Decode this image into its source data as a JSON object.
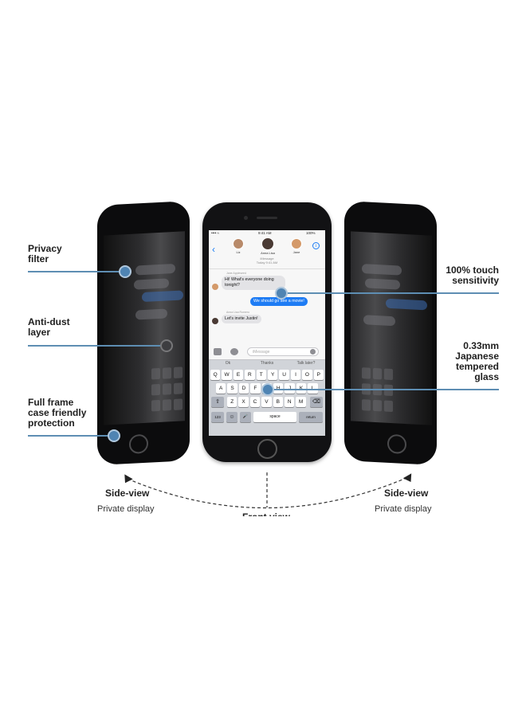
{
  "callouts": {
    "privacy_filter": "Privacy\nfilter",
    "anti_dust": "Anti-dust\nlayer",
    "full_frame": "Full frame\ncase friendly\nprotection",
    "touch": "100% touch\nsensitivity",
    "glass": "0.33mm\nJapanese\ntempered\nglass"
  },
  "status_bar": {
    "carrier": "•••• ≈",
    "time": "9:41 AM",
    "battery": "100%"
  },
  "contacts": [
    {
      "name": "Liz",
      "color": "#b88a6a"
    },
    {
      "name": "Anna Lisa",
      "color": "#4a3a34"
    },
    {
      "name": "Jane",
      "color": "#d49a6a"
    }
  ],
  "thread": {
    "header_line1": "iMessage",
    "header_line2": "Today 9:41 AM",
    "sender1": "Jane Appleseed",
    "msg1": "Hi! What's everyone doing tonight?",
    "msg2": "We should go see a movie!",
    "sender2": "Anna Lisa Romero",
    "msg3": "Let's invite Justin!"
  },
  "input": {
    "placeholder": "iMessage"
  },
  "suggestions": [
    "Ok",
    "Thanks",
    "Talk later?"
  ],
  "keyboard": {
    "row1": [
      "Q",
      "W",
      "E",
      "R",
      "T",
      "Y",
      "U",
      "I",
      "O",
      "P"
    ],
    "row2": [
      "A",
      "S",
      "D",
      "F",
      "G",
      "H",
      "J",
      "K",
      "L"
    ],
    "row3": [
      "Z",
      "X",
      "C",
      "V",
      "B",
      "N",
      "M"
    ],
    "shift": "⇧",
    "delete": "⌫",
    "numbers": "123",
    "emoji": "☺",
    "mic": "🎤",
    "space": "space",
    "return": "return"
  },
  "bottom": {
    "left_title": "Side-view",
    "left_sub": "Private display",
    "right_title": "Side-view",
    "right_sub": "Private display",
    "center_partial": "Front view"
  },
  "colors": {
    "accent_line": "#5e8eb3",
    "dot": "#4f84b3",
    "imessage_blue": "#1e7cf4"
  }
}
